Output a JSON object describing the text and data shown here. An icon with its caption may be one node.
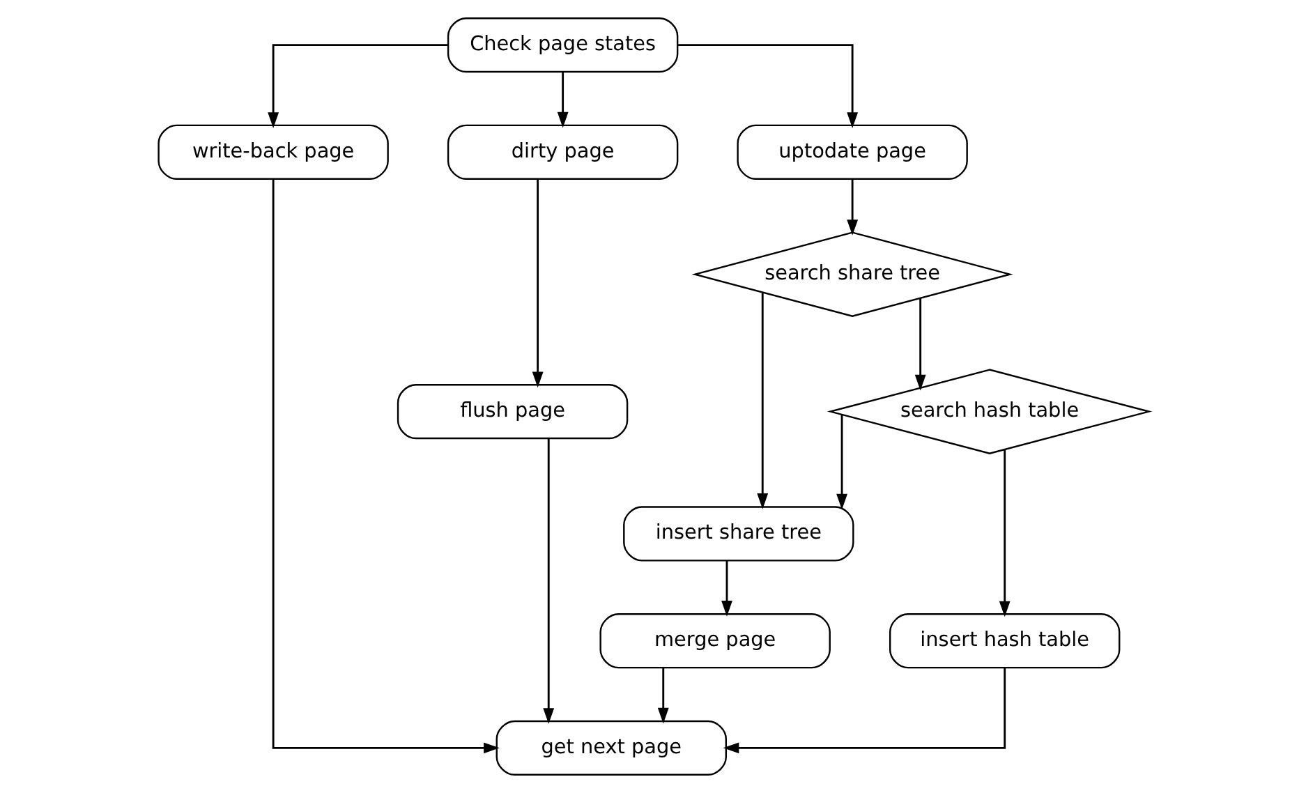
{
  "diagram": {
    "nodes": [
      {
        "text": [
          "Check page states"
        ]
      },
      {
        "text": [
          "write-back page"
        ]
      },
      {
        "text": [
          "dirty page"
        ]
      },
      {
        "text": [
          "uptodate page"
        ]
      },
      {
        "text": [
          "search share tree"
        ]
      },
      {
        "text": [
          "search hash table"
        ]
      },
      {
        "text": [
          "flush page"
        ]
      },
      {
        "text": [
          "insert share tree"
        ]
      },
      {
        "text": [
          "merge page"
        ]
      },
      {
        "text": [
          "insert hash table"
        ]
      },
      {
        "text": [
          "get next page"
        ]
      }
    ],
    "edges": [
      {
        "from": 0,
        "to": 1,
        "arrow": "to"
      },
      {
        "from": 0,
        "to": 2,
        "arrow": "to"
      },
      {
        "from": 0,
        "to": 3,
        "arrow": "to"
      },
      {
        "from": 1,
        "to": 10,
        "arrow": "to"
      },
      {
        "from": 2,
        "to": 6,
        "arrow": "to"
      },
      {
        "from": 6,
        "to": 10,
        "arrow": "to"
      },
      {
        "from": 3,
        "to": 4,
        "arrow": "to"
      },
      {
        "from": 4,
        "to": 5,
        "arrow": "to"
      },
      {
        "from": 4,
        "to": 7,
        "arrow": "to"
      },
      {
        "from": 5,
        "to": 7,
        "arrow": "to"
      },
      {
        "from": 5,
        "to": 9,
        "arrow": "to"
      },
      {
        "from": 7,
        "to": 8,
        "arrow": "to"
      },
      {
        "from": 8,
        "to": 10,
        "arrow": "to"
      },
      {
        "from": 9,
        "to": 10,
        "arrow": "to"
      }
    ]
  }
}
